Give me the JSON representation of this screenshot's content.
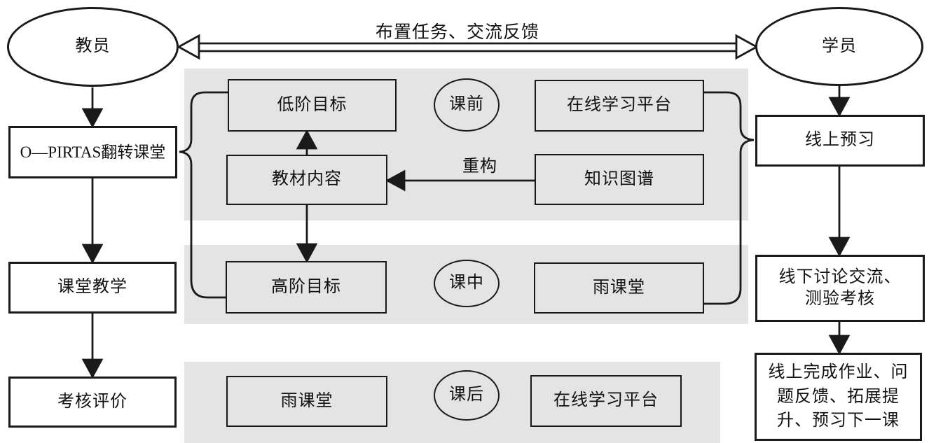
{
  "top": {
    "exchange_label": "布置任务、交流反馈"
  },
  "actors": {
    "teacher": "教员",
    "student": "学员"
  },
  "teacher_flow": {
    "model": "O—PIRTAS翻转课堂",
    "classroom_teaching": "课堂教学",
    "assessment": "考核评价"
  },
  "bands": [
    {
      "phase": "课前",
      "goal": "低阶目标",
      "content": "教材内容",
      "platform": "在线学习平台",
      "knowledge": "知识图谱",
      "rebuild_label": "重构"
    },
    {
      "phase": "课中",
      "goal": "高阶目标",
      "tool": "雨课堂"
    },
    {
      "phase": "课后",
      "tool": "雨课堂",
      "platform": "在线学习平台"
    }
  ],
  "student_flow": {
    "online_preview": "线上预习",
    "offline_discussion": "线下讨论交流、\n测验考核",
    "after_class": "线上完成作业、问\n题反馈、拓展提\n升、预习下一课"
  },
  "colors": {
    "band": "#e4e4e4",
    "line": "#1a1a1a",
    "fill": "#ffffff"
  }
}
